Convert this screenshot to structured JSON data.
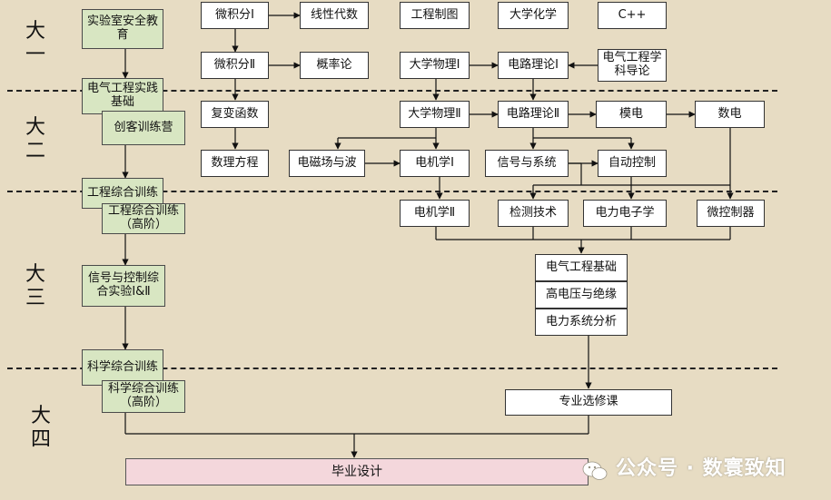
{
  "years": [
    "大\n一",
    "大\n二",
    "大\n三",
    "大\n四"
  ],
  "practice": {
    "lab_safety": "实验室安全教育",
    "ee_practice": "电气工程实践基础",
    "maker_camp": "创客训练营",
    "eng_training": "工程综合训练",
    "eng_training_adv": "工程综合训练（高阶）",
    "signal_control_lab": "信号与控制综合实验Ⅰ&Ⅱ",
    "sci_training": "科学综合训练",
    "sci_training_adv": "科学综合训练（高阶）"
  },
  "courses": {
    "calculus1": "微积分Ⅰ",
    "linear_algebra": "线性代数",
    "eng_drawing": "工程制图",
    "chemistry": "大学化学",
    "cpp": "C++",
    "calculus2": "微积分Ⅱ",
    "probability": "概率论",
    "physics1": "大学物理Ⅰ",
    "circuit1": "电路理论Ⅰ",
    "ee_intro": "电气工程学科导论",
    "complex_func": "复变函数",
    "physics2": "大学物理Ⅱ",
    "circuit2": "电路理论Ⅱ",
    "analog": "模电",
    "digital": "数电",
    "math_eq": "数理方程",
    "em_field": "电磁场与波",
    "motor1": "电机学Ⅰ",
    "signals": "信号与系统",
    "auto_control": "自动控制",
    "motor2": "电机学Ⅱ",
    "detection": "检测技术",
    "power_elec": "电力电子学",
    "mcu": "微控制器",
    "ee_basics": "电气工程基础",
    "hv_insulation": "高电压与绝缘",
    "power_sys": "电力系统分析",
    "electives": "专业选修课"
  },
  "graduation": "毕业设计",
  "watermark": "公众号 · 数寰致知"
}
